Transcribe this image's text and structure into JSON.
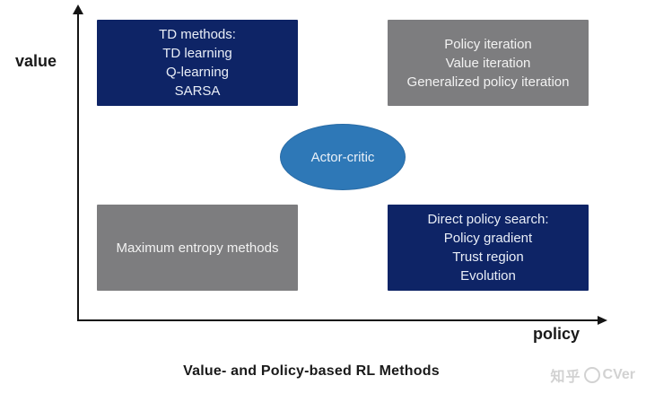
{
  "colors": {
    "navy": "#0e2466",
    "gray": "#7d7d7f",
    "blue": "#2e78b7",
    "axis": "#141414",
    "text_dark": "#1a1a1a",
    "watermark": "#d2d2d2"
  },
  "axes": {
    "y_label": "value",
    "x_label": "policy"
  },
  "quadrants": {
    "top_left": {
      "lines": [
        "TD methods:",
        "TD learning",
        "Q-learning",
        "SARSA"
      ]
    },
    "top_right": {
      "lines": [
        "Policy iteration",
        "Value iteration",
        "Generalized policy iteration"
      ]
    },
    "bottom_left": {
      "lines": [
        "Maximum entropy methods"
      ]
    },
    "bottom_right": {
      "lines": [
        "Direct policy search:",
        "Policy gradient",
        "Trust region",
        "Evolution"
      ]
    }
  },
  "center": {
    "label": "Actor-critic"
  },
  "caption": "Value- and Policy-based RL Methods",
  "watermark": {
    "site": "知乎",
    "handle": "CVer"
  }
}
